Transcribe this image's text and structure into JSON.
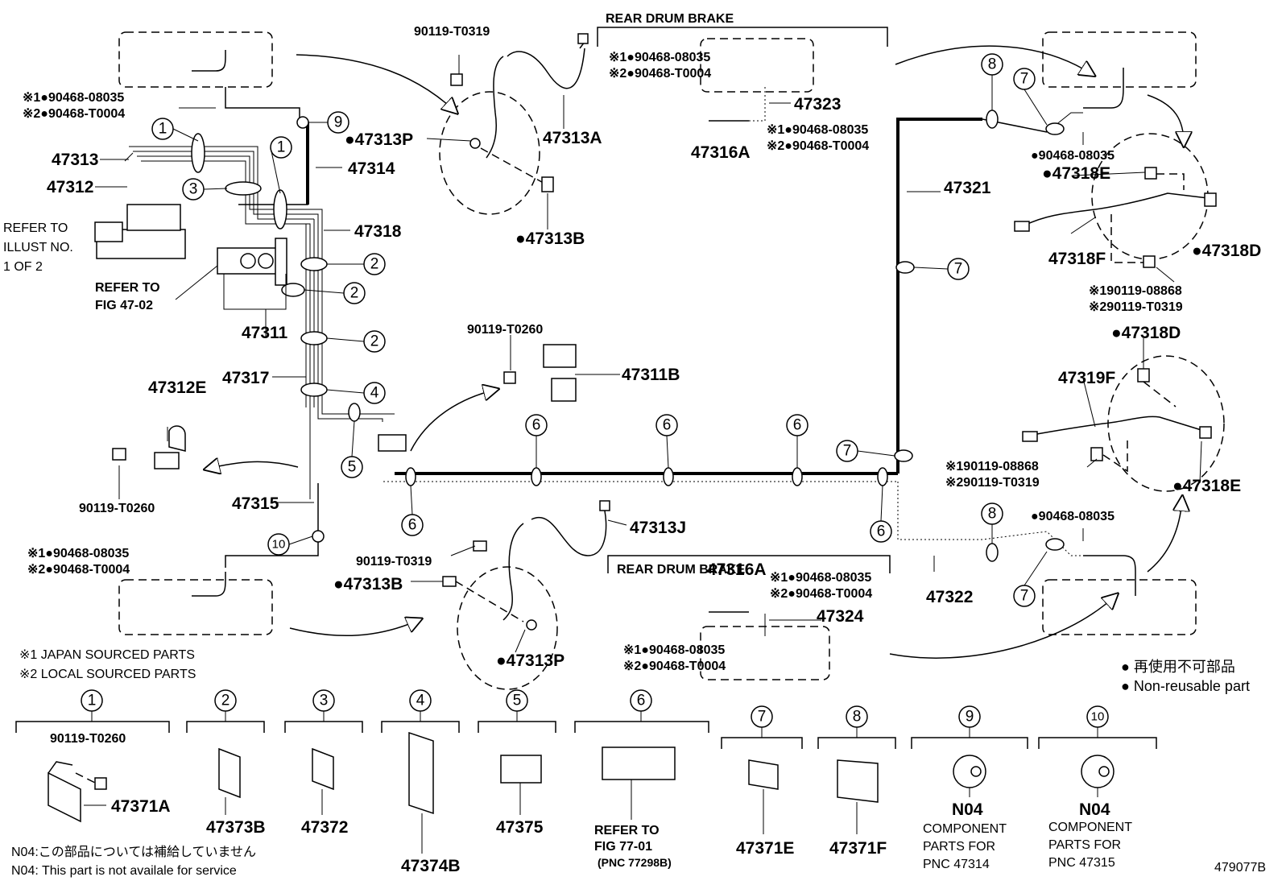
{
  "labels": {
    "rear_drum_brake_top": "REAR DRUM BRAKE",
    "rear_drum_brake_bottom": "REAR DRUM BRAKE",
    "refer_illust_1": "REFER TO",
    "refer_illust_2": "ILLUST NO.",
    "refer_illust_3": "1 OF 2",
    "refer_fig4702_1": "REFER TO",
    "refer_fig4702_2": "FIG 47-02",
    "japan_sourced": "※1 JAPAN SOURCED PARTS",
    "local_sourced": "※2 LOCAL SOURCED PARTS",
    "legend_jp": "● 再使用不可部品",
    "legend_en": "● Non-reusable part",
    "n04_note_jp": "N04:この部品については補給していません",
    "n04_note_en": "N04: This part is not availale for service",
    "diagram_id": "479077B"
  },
  "parts": {
    "p90119_T0319_a": "90119-T0319",
    "p47313A": "47313A",
    "p47313P_a": "●47313P",
    "p47313B_a": "●47313B",
    "clip_a1": "※1●90468-08035",
    "clip_a2": "※2●90468-T0004",
    "p47313": "47313",
    "p47312": "47312",
    "p47314": "47314",
    "p47318": "47318",
    "p47311": "47311",
    "p47317": "47317",
    "p47312E": "47312E",
    "p90119_T0260_a": "90119-T0260",
    "p47315": "47315",
    "clip_b1": "※1●90468-08035",
    "clip_b2": "※2●90468-T0004",
    "p90119_T0260_b": "90119-T0260",
    "p47311B": "47311B",
    "p47313J": "47313J",
    "p90119_T0319_b": "90119-T0319",
    "p47313B_b": "●47313B",
    "p47313P_b": "●47313P",
    "clip_c1": "※1●90468-08035",
    "clip_c2": "※2●90468-T0004",
    "p47323": "47323",
    "p47316A_a": "47316A",
    "clip_d1": "※1●90468-08035",
    "clip_d2": "※2●90468-T0004",
    "p47321": "47321",
    "p47322": "47322",
    "p47316A_b": "47316A",
    "clip_e1": "※1●90468-08035",
    "clip_e2": "※2●90468-T0004",
    "p47324": "47324",
    "clip_f1": "※1●90468-08035",
    "clip_f2": "※2●90468-T0004",
    "p90468_08035_a": "●90468-08035",
    "p47318E_a": "●47318E",
    "p47318F": "47318F",
    "p47318D_a": "●47318D",
    "bolt_a1": "※190119-08868",
    "bolt_a2": "※290119-T0319",
    "p47318D_b": "●47318D",
    "p47319F": "47319F",
    "bolt_b1": "※190119-08868",
    "bolt_b2": "※290119-T0319",
    "p47318E_b": "●47318E",
    "p90468_08035_b": "●90468-08035"
  },
  "callouts": [
    "1",
    "2",
    "3",
    "4",
    "5",
    "6",
    "7",
    "8",
    "9",
    "10"
  ],
  "bottom_parts": [
    {
      "num": "1",
      "pn": "47371A",
      "sub": "90119-T0260"
    },
    {
      "num": "2",
      "pn": "47373B"
    },
    {
      "num": "3",
      "pn": "47372"
    },
    {
      "num": "4",
      "pn": "47374B"
    },
    {
      "num": "5",
      "pn": "47375"
    },
    {
      "num": "6",
      "pn": "REFER TO",
      "pn2": "FIG 77-01",
      "pn3": "(PNC 77298B)"
    },
    {
      "num": "7",
      "pn": "47371E"
    },
    {
      "num": "8",
      "pn": "47371F"
    },
    {
      "num": "9",
      "pn": "N04",
      "desc1": "COMPONENT",
      "desc2": "PARTS FOR",
      "desc3": "PNC 47314"
    },
    {
      "num": "10",
      "pn": "N04",
      "desc1": "COMPONENT",
      "desc2": "PARTS FOR",
      "desc3": "PNC 47315"
    }
  ]
}
